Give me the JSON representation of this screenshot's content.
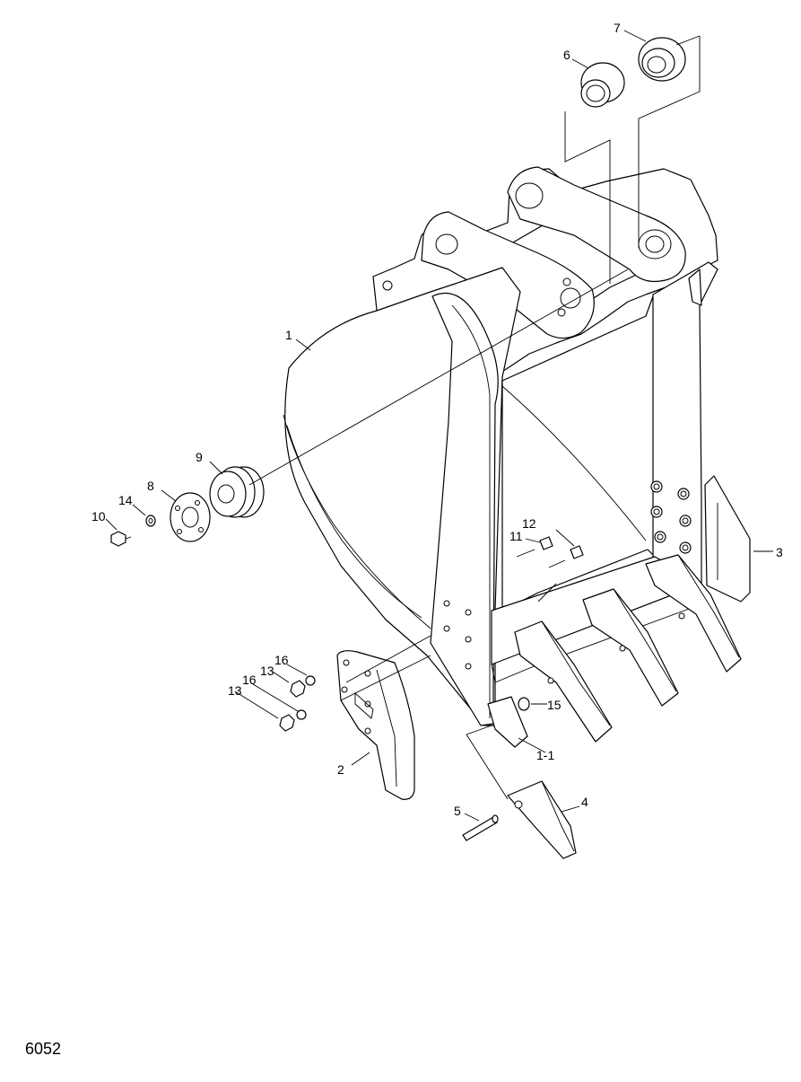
{
  "drawing_code": "6052",
  "callouts": [
    "1",
    "1-1",
    "2",
    "3",
    "4",
    "5",
    "6",
    "7",
    "8",
    "9",
    "10",
    "11",
    "12",
    "13",
    "13",
    "14",
    "15",
    "16",
    "16"
  ]
}
